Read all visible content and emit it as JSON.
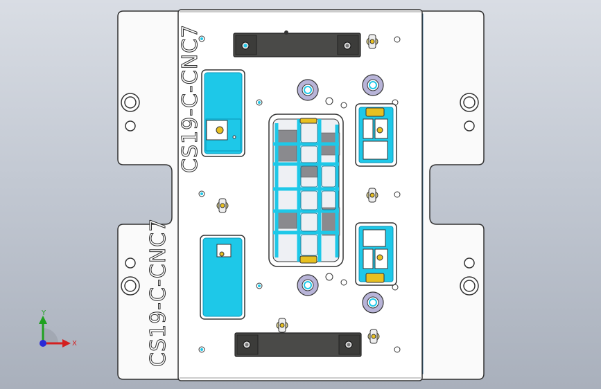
{
  "part_label_main": "CS19-C-CNC7",
  "part_label_side": "CS19-C-CNC7",
  "triad": {
    "x_label": "X",
    "y_label": "Y",
    "x_color": "#d42020",
    "y_color": "#1fa11f",
    "z_color": "#2a2ad8"
  },
  "colors": {
    "plate": "#ffffff",
    "cavity": "#1ec8e8",
    "cavity_dark": "#0b96b8",
    "clamp": "#4a4a48",
    "pin": "#e8c020",
    "edge": "#3c3c3c",
    "bushing": "#b8b4d8"
  }
}
